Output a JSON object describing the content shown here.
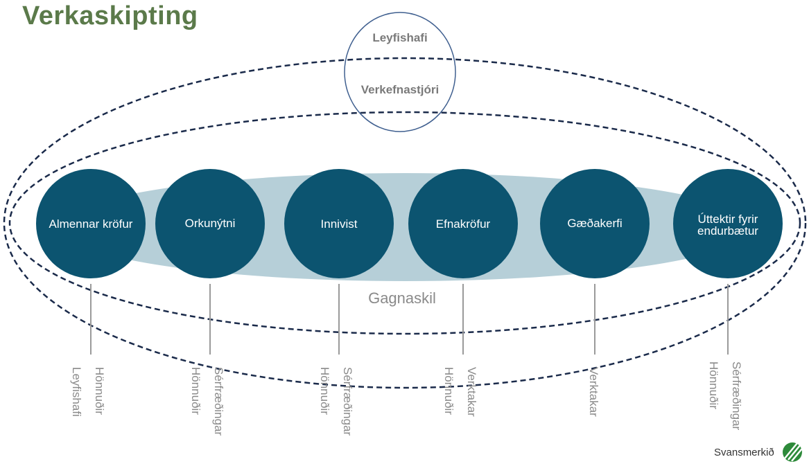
{
  "title": "Verkaskipting",
  "top": {
    "label1": "Leyfishafi",
    "label2": "Verkefnastjóri"
  },
  "nodes": [
    {
      "label": "Almennar kröfur",
      "roles": [
        "Hönnuðir",
        "Leyfishafi"
      ]
    },
    {
      "label": "Orkunýtni",
      "roles": [
        "Sérfræðingar",
        "Hönnuðir"
      ]
    },
    {
      "label": "Innivist",
      "roles": [
        "Sérfræðingar",
        "Hönnuðir"
      ]
    },
    {
      "label": "Efnakröfur",
      "roles": [
        "Verktakar",
        "Hönnuðir"
      ]
    },
    {
      "label": "Gæðakerfi",
      "roles": [
        "Verktakar"
      ]
    },
    {
      "label": "Úttektir fyrir\nendurbætur",
      "roles": [
        "Sérfræðingar",
        "Hönnuðir"
      ]
    }
  ],
  "band_label": "Gagnaskil",
  "logo": {
    "text": "Svansmerkið",
    "icon": "swan-logo-icon"
  },
  "colors": {
    "title": "#5b7a4a",
    "node_fill": "#0c5470",
    "band_fill": "#b6cfd8",
    "text_gray": "#8a8a8a",
    "circle_outline": "#3f5f8f",
    "dash": "#1a2a4a",
    "logo_green": "#2d8a3a"
  }
}
